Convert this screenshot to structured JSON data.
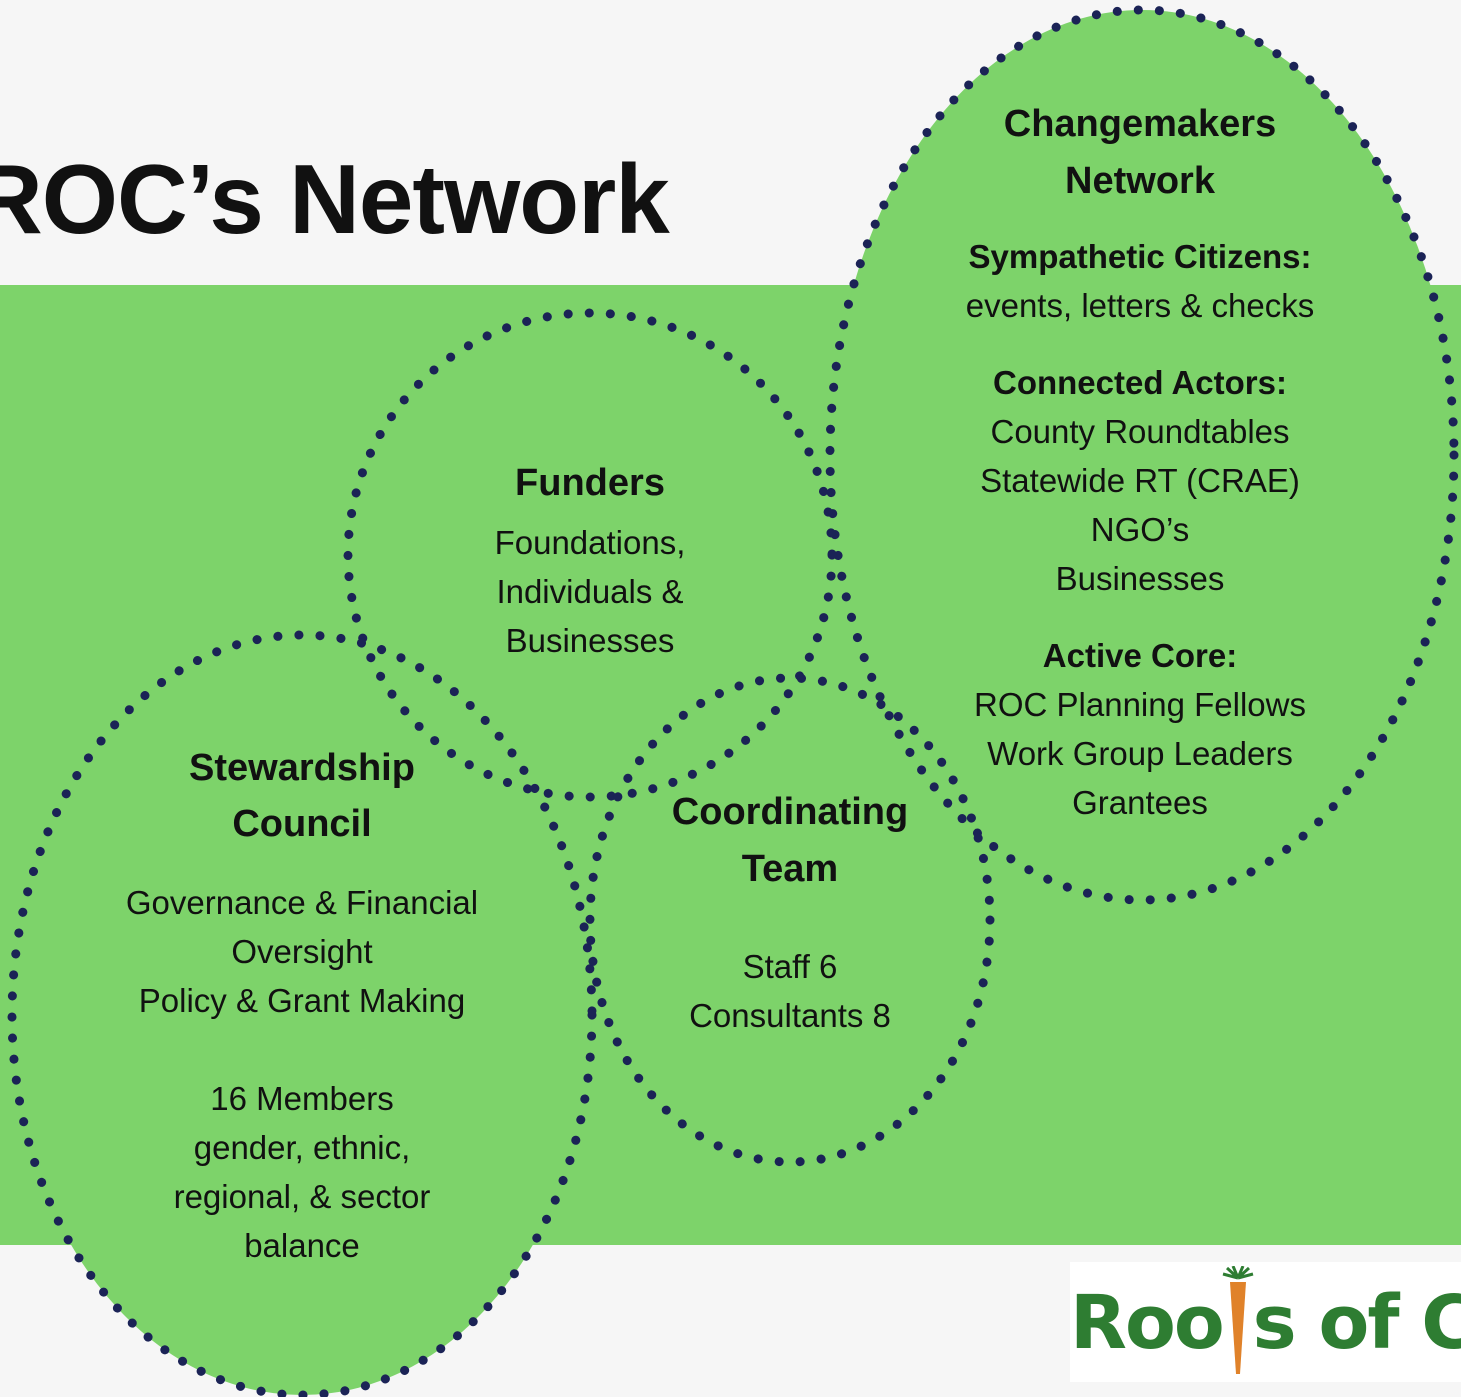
{
  "page": {
    "title": "ROC’s Network"
  },
  "colors": {
    "background": "#f6f6f6",
    "band": "#7dd36a",
    "circle_fill": "#7dd36a",
    "dots": "#1b2356",
    "logo_green": "#2e7d32",
    "logo_orange": "#e0822a"
  },
  "circles": {
    "changemakers": {
      "title_line1": "Changemakers",
      "title_line2": "Network",
      "groups": [
        {
          "heading": "Sympathetic Citizens:",
          "lines": [
            "events, letters & checks"
          ]
        },
        {
          "heading": "Connected Actors:",
          "lines": [
            "County Roundtables",
            "Statewide RT (CRAE)",
            "NGO’s",
            "Businesses"
          ]
        },
        {
          "heading": "Active Core:",
          "lines": [
            "ROC Planning Fellows",
            "Work Group Leaders",
            "Grantees"
          ]
        }
      ]
    },
    "funders": {
      "title": "Funders",
      "lines": [
        "Foundations,",
        "Individuals &",
        "Businesses"
      ]
    },
    "stewardship": {
      "title_line1": "Stewardship",
      "title_line2": "Council",
      "lines": [
        "Governance & Financial",
        "Oversight",
        "Policy & Grant Making",
        "",
        "16 Members",
        "gender, ethnic,",
        "regional, & sector",
        "balance"
      ]
    },
    "coordinating": {
      "title_line1": "Coordinating",
      "title_line2": "Team",
      "lines": [
        "",
        "Staff 6",
        "Consultants 8"
      ]
    }
  },
  "logo": {
    "text_part1": "Roo",
    "text_part2": "s of Ch",
    "icon": "carrot-icon"
  }
}
